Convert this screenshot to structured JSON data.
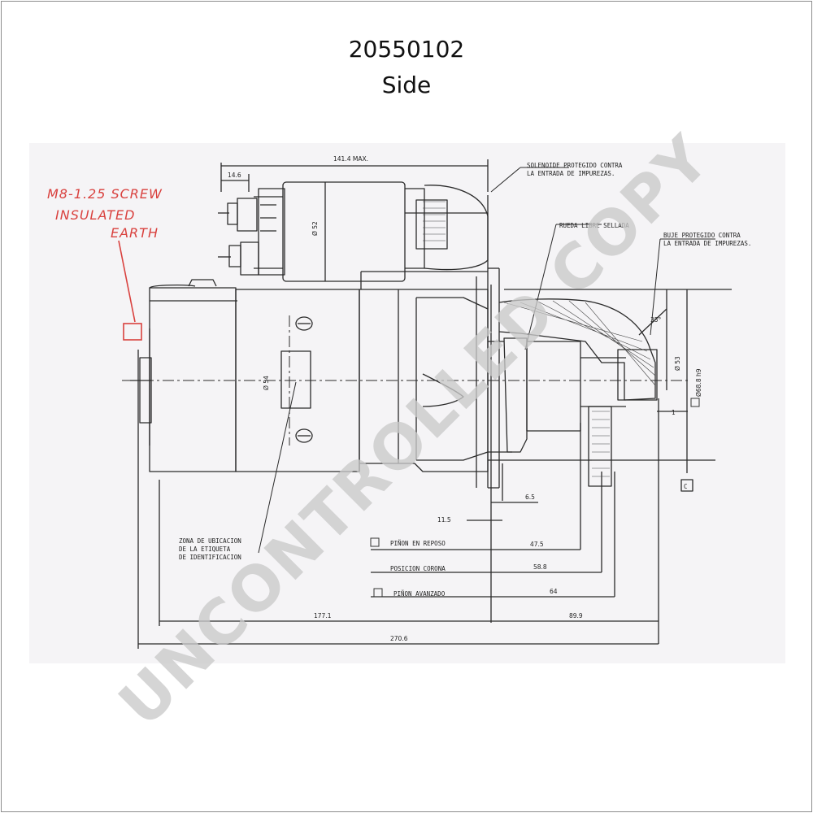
{
  "header": {
    "part_number": "20550102",
    "view": "Side"
  },
  "annotation": {
    "handwritten_lines": [
      "M8-1.25 SCREW",
      "INSULATED",
      "EARTH"
    ],
    "color": "#d9413e"
  },
  "drawing": {
    "dimensions": {
      "overall_max": "141.4 MAX.",
      "d146": "14.6",
      "d52": "Ø 52",
      "d54": "Ø 54",
      "d65": "6.5",
      "d115": "11.5",
      "d475": "47.5",
      "d588": "58.8",
      "d64": "64",
      "d1771": "177.1",
      "d899": "89.9",
      "d2706": "270.6",
      "d53": "Ø 53",
      "d688": "Ø68.8 h9",
      "angle": "35°",
      "one": "1"
    },
    "notes": {
      "solenoid_1": "SOLENOIDE PROTEGIDO CONTRA",
      "solenoid_2": "LA ENTRADA DE IMPUREZAS.",
      "wheel": "RUEDA LIBRE SELLADA",
      "bushing_1": "BUJE PROTEGIDO CONTRA",
      "bushing_2": "LA ENTRADA DE IMPUREZAS.",
      "label_zone_1": "ZONA DE UBICACION",
      "label_zone_2": "DE LA ETIQUETA",
      "label_zone_3": "DE IDENTIFICACION",
      "pinion_rest": "PIÑON EN REPOSO",
      "crown_position": "POSICION CORONA",
      "pinion_advanced": "PIÑON AVANZADO",
      "datum": "C"
    }
  },
  "watermark": {
    "text": "UNCONTROLLED COPY",
    "color": "#c9c9c9"
  }
}
